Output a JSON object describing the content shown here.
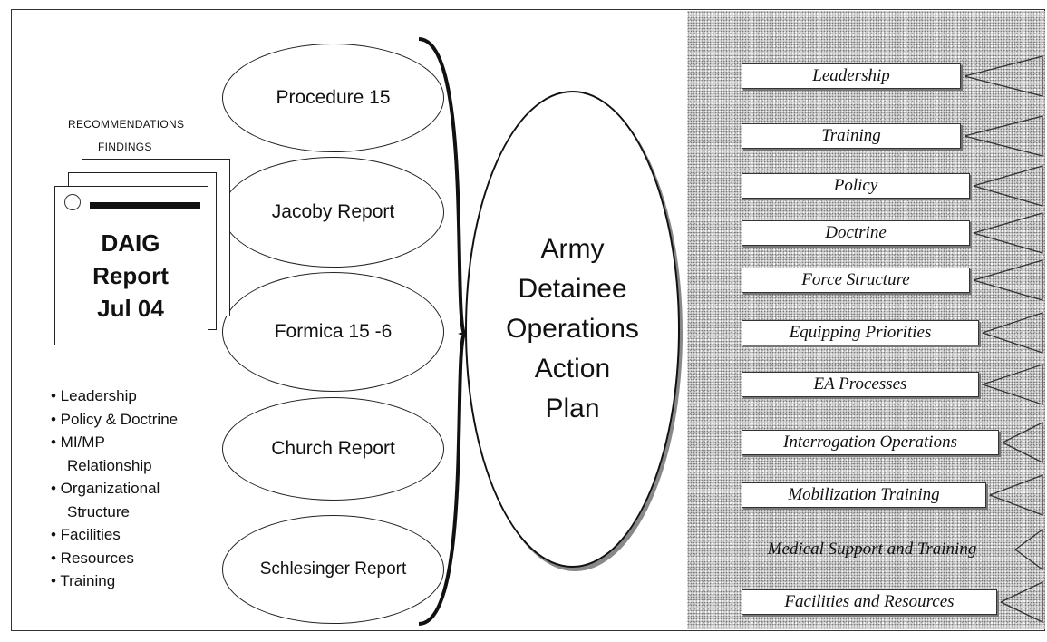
{
  "document": {
    "captions": [
      "RECOMMENDATIONS",
      "FINDINGS"
    ],
    "title_lines": "DAIG\nReport\nJul 04"
  },
  "reports": [
    "Procedure 15",
    "Jacoby Report",
    "Formica 15  -6",
    "Church Report",
    "Schlesinger Report"
  ],
  "issues": [
    {
      "text": "• Leadership",
      "sub": false
    },
    {
      "text": "• Policy & Doctrine",
      "sub": false
    },
    {
      "text": "• MI/MP",
      "sub": false
    },
    {
      "text": "Relationship",
      "sub": true
    },
    {
      "text": "• Organizational",
      "sub": false
    },
    {
      "text": "Structure",
      "sub": true
    },
    {
      "text": "• Facilities",
      "sub": false
    },
    {
      "text": "• Resources",
      "sub": false
    },
    {
      "text": "• Training",
      "sub": false
    }
  ],
  "plan_title": "Army\nDetainee\nOperations\nAction\nPlan",
  "outputs": [
    "Leadership",
    "Training",
    "Policy",
    "Doctrine",
    "Force Structure",
    "Equipping Priorities",
    "EA Processes",
    "Interrogation Operations",
    "Mobilization Training",
    "Medical Support and Training",
    "Facilities and Resources"
  ]
}
